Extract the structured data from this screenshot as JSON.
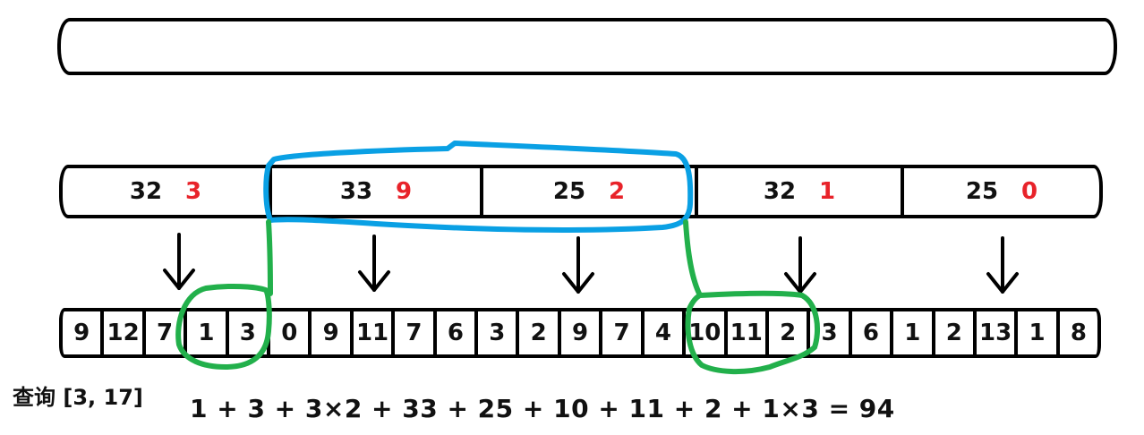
{
  "top_bar": {
    "label": ""
  },
  "blocks": [
    {
      "sum": "32",
      "tag": "3"
    },
    {
      "sum": "33",
      "tag": "9"
    },
    {
      "sum": "25",
      "tag": "2"
    },
    {
      "sum": "32",
      "tag": "1"
    },
    {
      "sum": "25",
      "tag": "0"
    }
  ],
  "array": [
    "9",
    "12",
    "7",
    "1",
    "3",
    "0",
    "9",
    "11",
    "7",
    "6",
    "3",
    "2",
    "9",
    "7",
    "4",
    "10",
    "11",
    "2",
    "3",
    "6",
    "1",
    "2",
    "13",
    "1",
    "8"
  ],
  "highlights": {
    "blue_blocks": [
      1,
      2
    ],
    "green_cells_left": [
      3,
      4
    ],
    "green_cells_right": [
      15,
      16,
      17
    ]
  },
  "query": {
    "label": "查询 [3, 17]",
    "formula": "1 + 3 + 3×2 + 33 + 25 + 10 + 11 + 2 + 1×3 = 94"
  },
  "colors": {
    "tag": "#e8232a",
    "blue_outline": "#0aa0e4",
    "green_outline": "#22b04b",
    "stroke": "#000000"
  }
}
